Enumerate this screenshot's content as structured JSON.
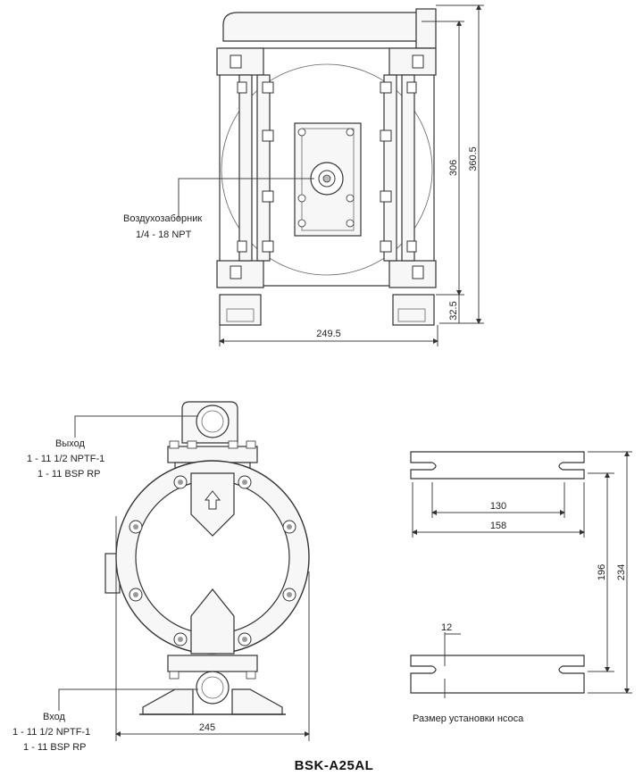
{
  "title": "BSK-A25AL",
  "top_view": {
    "air_inlet_label": "Воздухозаборник",
    "air_inlet_spec": "1/4 - 18 NPT",
    "dim_height_306": "306",
    "dim_height_360": "360.5",
    "dim_base_32": "32.5",
    "dim_width_249": "249.5"
  },
  "front_view": {
    "outlet_label": "Выход",
    "outlet_spec_1": "1 - 11 1/2 NPTF-1",
    "outlet_spec_2": "1 - 11 BSP RP",
    "inlet_label": "Вход",
    "inlet_spec_1": "1 - 11 1/2 NPTF-1",
    "inlet_spec_2": "1 - 11 BSP RP",
    "dim_width_245": "245"
  },
  "mount_view": {
    "dim_130": "130",
    "dim_158": "158",
    "dim_196": "196",
    "dim_234": "234",
    "dim_12": "12",
    "caption": "Размер установки нсоса"
  }
}
